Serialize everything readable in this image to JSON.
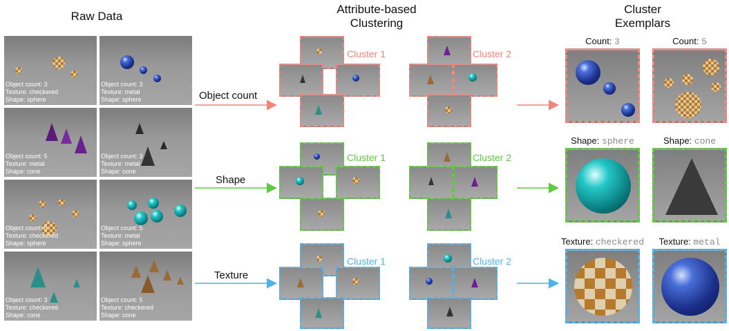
{
  "headers": {
    "raw": "Raw Data",
    "clustering": "Attribute-based Clustering",
    "exemplars": "Cluster Exemplars"
  },
  "raw_tiles": [
    {
      "l1": "Object count: 3",
      "l2": "Texture: checkered",
      "l3": "Shape: sphere"
    },
    {
      "l1": "Object count: 3",
      "l2": "Texture: metal",
      "l3": "Shape: sphere"
    },
    {
      "l1": "Object count: 5",
      "l2": "Texture: metal",
      "l3": "Shape: cone"
    },
    {
      "l1": "Object count: 3",
      "l2": "Texture: metal",
      "l3": "Shape: cone"
    },
    {
      "l1": "Object count: 5",
      "l2": "Texture: checkered",
      "l3": "Shape: sphere"
    },
    {
      "l1": "Object count: 5",
      "l2": "Texture: metal",
      "l3": "Shape: sphere"
    },
    {
      "l1": "Object count: 3",
      "l2": "Texture: checkered",
      "l3": "Shape: cone"
    },
    {
      "l1": "Object count: 5",
      "l2": "Texture: checkered",
      "l3": "Shape: cone"
    }
  ],
  "rows": [
    {
      "label": "Object count",
      "color": "#f2867a",
      "cluster1": "Cluster 1",
      "cluster2": "Cluster 2",
      "ex1_key": "Count:",
      "ex1_val": "3",
      "ex2_key": "Count:",
      "ex2_val": "5"
    },
    {
      "label": "Shape",
      "color": "#5ccb3e",
      "cluster1": "Cluster 1",
      "cluster2": "Cluster 2",
      "ex1_key": "Shape:",
      "ex1_val": "sphere",
      "ex2_key": "Shape:",
      "ex2_val": "cone"
    },
    {
      "label": "Texture",
      "color": "#4fb3ea",
      "cluster1": "Cluster 1",
      "cluster2": "Cluster 2",
      "ex1_key": "Texture:",
      "ex1_val": "checkered",
      "ex2_key": "Texture:",
      "ex2_val": "metal"
    }
  ]
}
